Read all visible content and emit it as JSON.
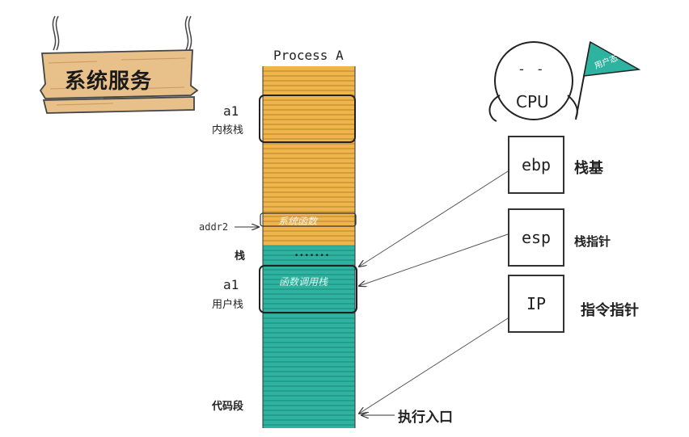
{
  "sign": {
    "text": "系统服务"
  },
  "process": {
    "title": "Process A",
    "kernel_label_top": "a1",
    "kernel_label_bottom": "内核栈",
    "addr_label": "addr2",
    "syscall_text": "系统函数",
    "stack_label": "栈",
    "dots": "•••••••",
    "func_call_text": "函数调用栈",
    "user_label_top": "a1",
    "user_label_bottom": "用户栈",
    "code_label": "代码段",
    "entry_label": "执行入口"
  },
  "cpu": {
    "eyes": "- -",
    "label": "CPU",
    "flag_text": "用户态"
  },
  "registers": [
    {
      "name": "ebp",
      "desc": "栈基"
    },
    {
      "name": "esp",
      "desc": "栈指针"
    },
    {
      "name": "IP",
      "desc": "指令指针"
    }
  ],
  "colors": {
    "kernel_fill": "#f0b54a",
    "user_fill": "#2db3a0",
    "flag_fill": "#2db3a0",
    "sign_wood": "#e8c08a"
  }
}
